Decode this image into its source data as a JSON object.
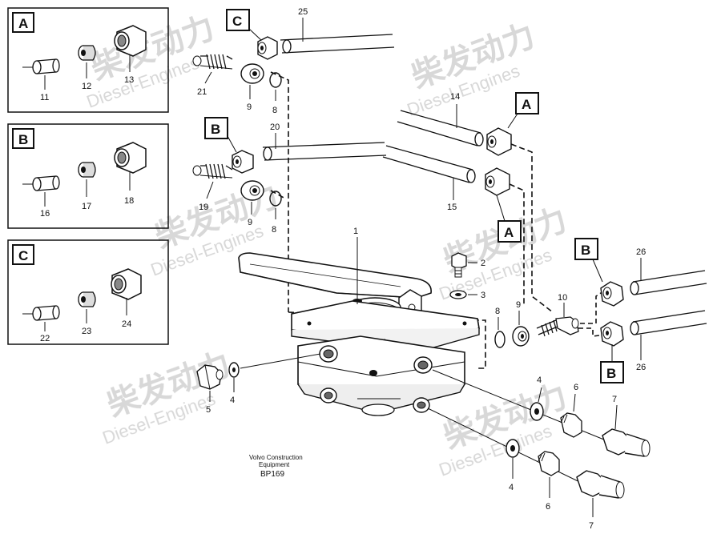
{
  "watermark": {
    "cn": "柴发动力",
    "en": "Diesel-Engines"
  },
  "insets": [
    {
      "label": "A",
      "parts": [
        "11",
        "12",
        "13"
      ]
    },
    {
      "label": "B",
      "parts": [
        "16",
        "17",
        "18"
      ]
    },
    {
      "label": "C",
      "parts": [
        "22",
        "23",
        "24"
      ]
    }
  ],
  "tags": {
    "c_top": "C",
    "b_mid": "B",
    "a_upper": "A",
    "a_lower": "A",
    "b_right_upper": "B",
    "b_right_lower": "B"
  },
  "callouts": {
    "n25": "25",
    "n21": "21",
    "n9a": "9",
    "n8a": "8",
    "n20": "20",
    "n19": "19",
    "n9b": "9",
    "n8b": "8",
    "n14": "14",
    "n15": "15",
    "n1": "1",
    "n2": "2",
    "n3": "3",
    "n26a": "26",
    "n26b": "26",
    "n8c": "8",
    "n9c": "9",
    "n10": "10",
    "n5": "5",
    "n4a": "4",
    "n4b": "4",
    "n6a": "6",
    "n7a": "7",
    "n4c": "4",
    "n6b": "6",
    "n7b": "7"
  },
  "caption": {
    "line1": "Volvo Construction",
    "line2": "Equipment",
    "code": "BP169"
  }
}
